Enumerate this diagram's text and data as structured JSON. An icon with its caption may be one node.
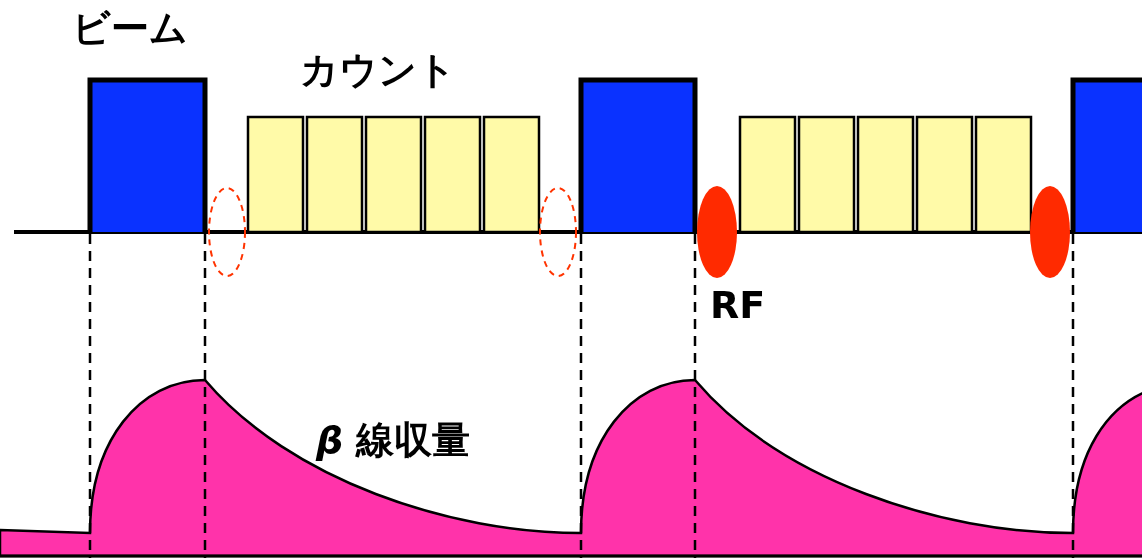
{
  "diagram": {
    "labels": [
      "ビーム",
      "カウント",
      "RF",
      "*β* 線収量"
    ]
  }
}
